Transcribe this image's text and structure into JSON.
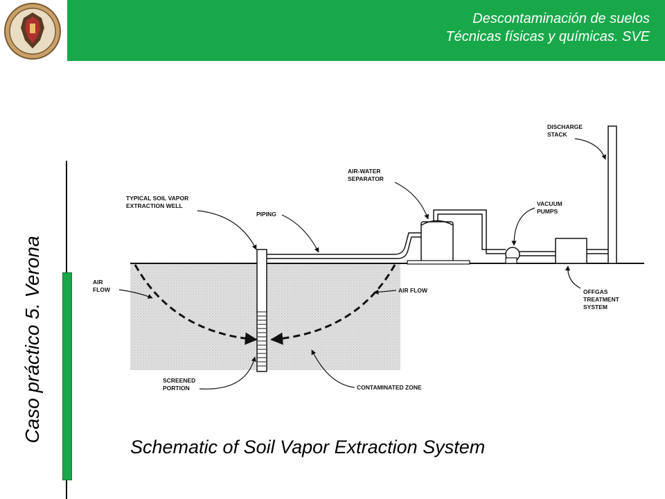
{
  "header": {
    "line1": "Descontaminación de suelos",
    "line2": "Técnicas físicas y químicas. SVE"
  },
  "side_title": "Caso práctico 5. Verona",
  "caption": "Schematic of Soil Vapor Extraction System",
  "diagram": {
    "labels": {
      "discharge_1": "DISCHARGE",
      "discharge_2": "STACK",
      "separator_1": "AIR-WATER",
      "separator_2": "SEPARATOR",
      "well_1": "TYPICAL SOIL VAPOR",
      "well_2": "EXTRACTION WELL",
      "piping": "PIPING",
      "pumps_1": "VACUUM",
      "pumps_2": "PUMPS",
      "airflow_left_1": "AIR",
      "airflow_left_2": "FLOW",
      "airflow_right": "AIR FLOW",
      "offgas_1": "OFFGAS",
      "offgas_2": "TREATMENT",
      "offgas_3": "SYSTEM",
      "screened_1": "SCREENED",
      "screened_2": "PORTION",
      "contaminated": "CONTAMINATED ZONE"
    }
  },
  "colors": {
    "green": "#18a84a",
    "soil": "#d8d8d8"
  }
}
